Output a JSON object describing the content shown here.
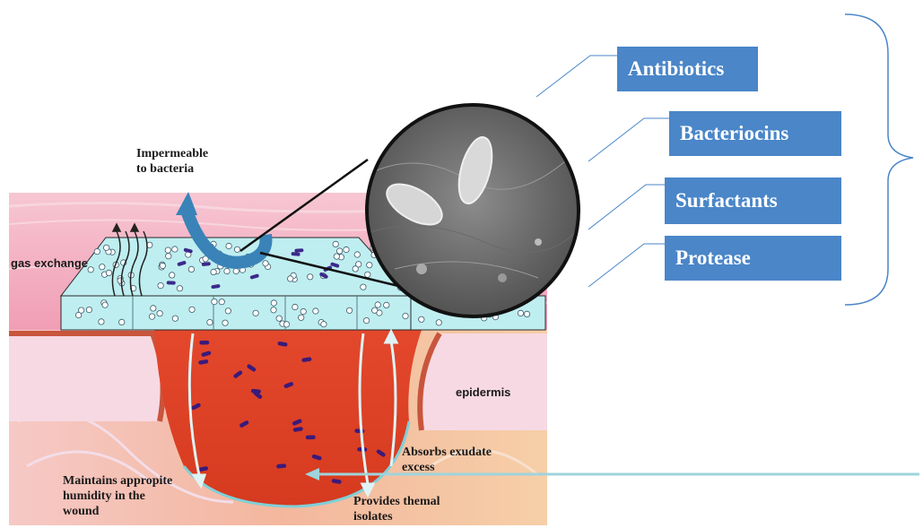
{
  "labels": {
    "antibiotics": "Antibiotics",
    "bacteriocins": "Bacteriocins",
    "surfactants": "Surfactants",
    "protease": "Protease"
  },
  "annotations": {
    "impermeable": "Impermeable\nto bacteria",
    "gas_exchange": "gas exchange",
    "epidermis": "epidermis",
    "absorbs": "Absorbs exudate\nexcess",
    "humidity": "Maintains appropite\nhumidity in the\nwound",
    "thermal": "Provides themal\nisolates"
  },
  "colors": {
    "label_box": "#4a86c8",
    "dressing": "#bfeef0",
    "wound": "#e0452a",
    "skin": "#f2a7bd",
    "arrow": "#3a83b8",
    "pointer_line": "#9fd4dc"
  },
  "icons": [
    "bacteria-icon",
    "up-arrow-icon",
    "curved-arrow-icon",
    "brace-icon"
  ]
}
